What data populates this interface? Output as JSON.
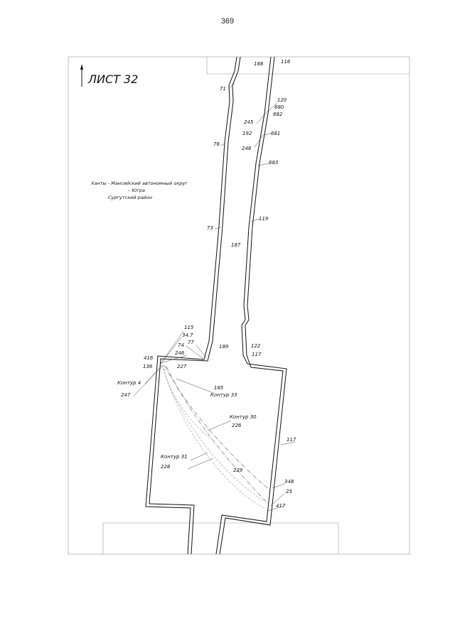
{
  "page_number": "369",
  "sheet": {
    "title": "ЛИСТ 32"
  },
  "region": {
    "line1": "Ханты - Мансийский автономный округ",
    "line2": "– Югра",
    "line3": "Сургутский район"
  },
  "labels": {
    "l188": "188",
    "l116": "116",
    "l71": "71",
    "l120": "120",
    "l680": "680",
    "l682": "682",
    "l245": "245",
    "l192": "192",
    "l681": "681",
    "l76": "76",
    "l248": "248",
    "l683": "683",
    "l119": "119",
    "l73": "73",
    "l187": "187",
    "l115": "115",
    "l347": "34.7",
    "l77": "77",
    "l74": "74",
    "l189": "189",
    "l122": "122",
    "l117a": "117",
    "l416": "416",
    "l246": "246",
    "l136": "136",
    "l227": "227",
    "kontur4": "Контур 4",
    "l247": "247",
    "l185": "185",
    "kontur33": "Контур 33",
    "kontur30": "Контур 30",
    "l226": "226",
    "l117b": "117",
    "kontur31": "Контур 31",
    "l228": "228",
    "l229": "229",
    "l348": "348",
    "l25": "25",
    "l417": "417"
  }
}
